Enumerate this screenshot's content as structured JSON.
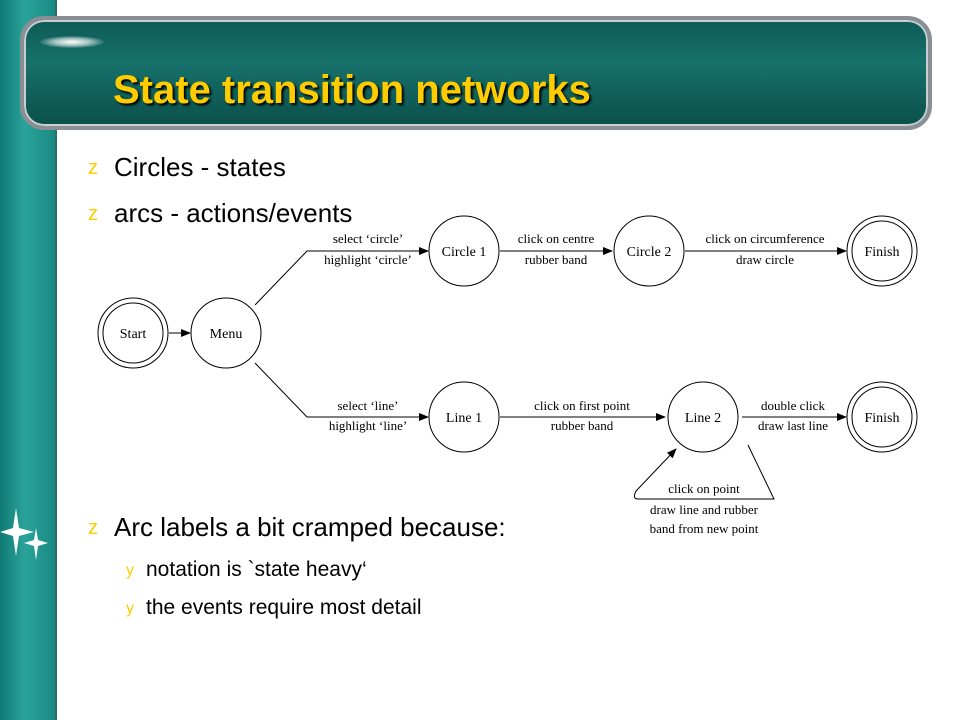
{
  "slide": {
    "title": "State transition networks",
    "bullets": [
      "Circles - states",
      "arcs - actions/events",
      "Arc labels a bit cramped because:"
    ],
    "sub_bullets": [
      "notation is `state heavy‘",
      "the events require most detail"
    ],
    "bullet_glyph": "z",
    "sub_bullet_glyph": "y"
  },
  "colors": {
    "title": "#ffcc00",
    "bullet_glyph": "#ffcc00",
    "title_bar": "#0e5a55",
    "side_strip": "#1a8a83"
  },
  "diagram": {
    "states": {
      "start": "Start",
      "menu": "Menu",
      "circle1": "Circle 1",
      "circle2": "Circle 2",
      "finish_top": "Finish",
      "line1": "Line 1",
      "line2": "Line 2",
      "finish_bottom": "Finish"
    },
    "arcs": {
      "menu_circle1_top": "select ‘circle’",
      "menu_circle1_bottom": "highlight ‘circle’",
      "circle1_circle2_top": "click on centre",
      "circle1_circle2_bottom": "rubber band",
      "circle2_finish_top": "click on circumference",
      "circle2_finish_bottom": "draw circle",
      "menu_line1_top": "select ‘line’",
      "menu_line1_bottom": "highlight ‘line’",
      "line1_line2_top": "click on first point",
      "line1_line2_bottom": "rubber band",
      "line2_finish_top": "double click",
      "line2_finish_bottom": "draw last line",
      "loop_1": "click on point",
      "loop_2": "draw line and rubber",
      "loop_3": "band from new point"
    }
  }
}
